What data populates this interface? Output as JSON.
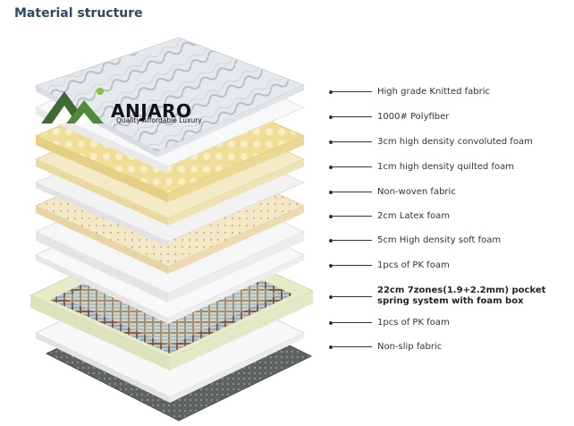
{
  "heading": "Material structure",
  "brand": {
    "name": "ANJARO",
    "tagline": "Quality Affordable Luxury",
    "colors": {
      "primary": "#3e6b34",
      "accent": "#8bbf3c"
    }
  },
  "layers": [
    {
      "label": "High grade Knitted fabric",
      "color": "#e9ecef"
    },
    {
      "label": "1000# Polyfiber",
      "color": "#f7f7f7"
    },
    {
      "label": "3cm high density convoluted foam",
      "color": "#f1e1a5"
    },
    {
      "label": "1cm high density quilted foam",
      "color": "#f4ebc6"
    },
    {
      "label": "Non-woven fabric",
      "color": "#f3f3f3"
    },
    {
      "label": "2cm Latex foam",
      "color": "#f4e6c4"
    },
    {
      "label": "5cm High density soft foam",
      "color": "#f5f5f5"
    },
    {
      "label": "1pcs of PK foam",
      "color": "#f7f7f7"
    },
    {
      "label": "22cm 7zones(1.9+2.2mm) pocket spring system with foam box",
      "color": "#eef0d8",
      "emphasis": true
    },
    {
      "label": "1pcs of PK foam",
      "color": "#f7f7f7"
    },
    {
      "label": "Non-slip fabric",
      "color": "#6b6f6f"
    }
  ]
}
